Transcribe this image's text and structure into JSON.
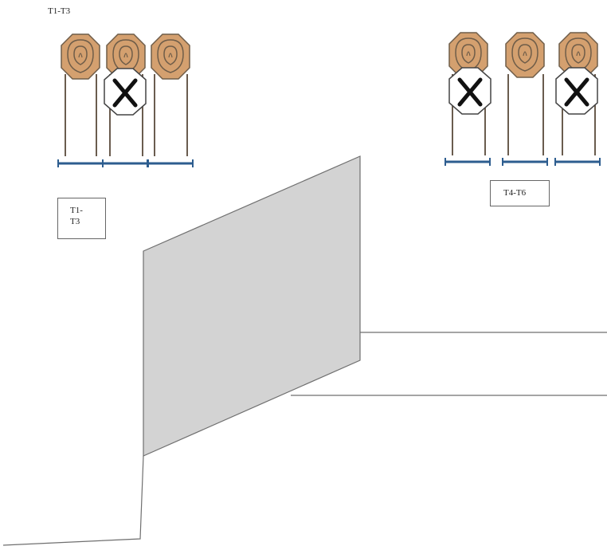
{
  "header_label": "T1-T3",
  "left_group_box": {
    "line1": "T1-",
    "line2": "T3"
  },
  "right_group_box": {
    "text": "T4-T6"
  },
  "colors": {
    "target_fill": "#d4a06f",
    "target_stroke": "#6f5d49",
    "no_shoot_fill": "#ffffff",
    "stand_base": "#2d5d8f",
    "wall_fill": "#d3d3d3",
    "wall_stroke": "#6f6f6f",
    "fault_line": "#6f6f6f"
  },
  "icons": {
    "target": "steel-target-icon",
    "no_shoot": "no-shoot-x-icon",
    "stand": "target-stand-icon"
  }
}
